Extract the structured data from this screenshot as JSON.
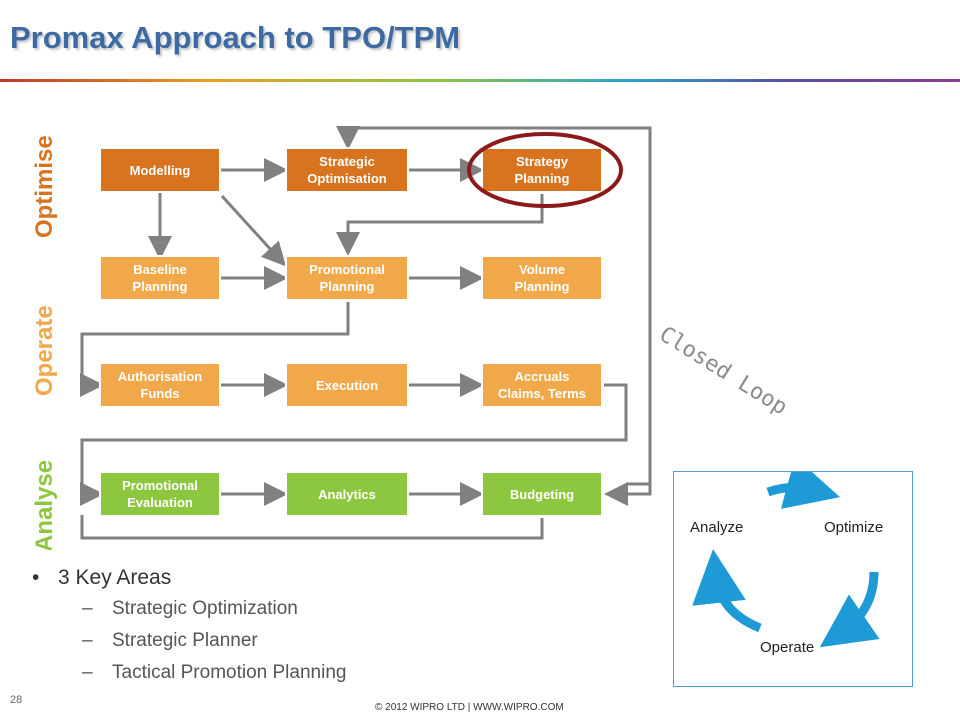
{
  "title": "Promax Approach to TPO/TPM",
  "bands": {
    "optimise": "Optimise",
    "operate": "Operate",
    "analyse": "Analyse"
  },
  "colors": {
    "optimise": "#d8731f",
    "operate": "#f0a84a",
    "analyse": "#8dc63f",
    "highlight": "#8b1a1a",
    "cycle": "#1e9ad6",
    "title": "#3d6aa3"
  },
  "boxes": {
    "modelling": [
      "Modelling"
    ],
    "strategic_optimisation": [
      "Strategic",
      "Optimisation"
    ],
    "strategy_planning": [
      "Strategy",
      "Planning"
    ],
    "baseline_planning": [
      "Baseline",
      "Planning"
    ],
    "promotional_planning": [
      "Promotional",
      "Planning"
    ],
    "volume_planning": [
      "Volume",
      "Planning"
    ],
    "authorisation_funds": [
      "Authorisation",
      "Funds"
    ],
    "execution": [
      "Execution"
    ],
    "accruals": [
      "Accruals",
      "Claims, Terms"
    ],
    "promotional_evaluation": [
      "Promotional",
      "Evaluation"
    ],
    "analytics": [
      "Analytics"
    ],
    "budgeting": [
      "Budgeting"
    ]
  },
  "closed_loop": "Closed Loop",
  "bullets": {
    "main": "3 Key Areas",
    "subs": [
      "Strategic Optimization",
      "Strategic Planner",
      "Tactical Promotion Planning"
    ]
  },
  "cycle": {
    "optimize": "Optimize",
    "operate": "Operate",
    "analyze": "Analyze"
  },
  "page_number": "28",
  "footer": "© 2012 WIPRO LTD | WWW.WIPRO.COM"
}
